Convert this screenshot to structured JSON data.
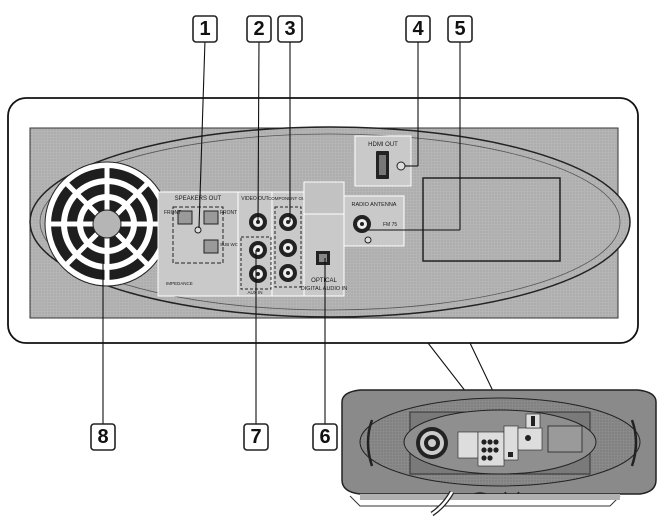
{
  "callouts": [
    {
      "number": "1"
    },
    {
      "number": "2"
    },
    {
      "number": "3"
    },
    {
      "number": "4"
    },
    {
      "number": "5"
    },
    {
      "number": "6"
    },
    {
      "number": "7"
    },
    {
      "number": "8"
    }
  ],
  "panel_labels": {
    "speakers_out": "SPEAKERS OUT",
    "front_left": "FRONT",
    "front_right": "FRONT",
    "sub_woofer": "SUB WOOFER",
    "impedance": "IMPEDANCE",
    "video_out": "VIDEO OUT",
    "component_out": "COMPONENT OUT",
    "audio_in": "AUX IN",
    "hdmi_out": "HDMI OUT",
    "radio_antenna": "RADIO ANTENNA",
    "fm": "FM 75",
    "optical_line1": "OPTICAL",
    "optical_line2": "DIGITAL AUDIO IN"
  },
  "colors": {
    "panel": "#b9b9b9",
    "panel_dark": "#6e6e6e",
    "ink": "#111111"
  },
  "icons": [
    "cooling-fan-icon",
    "rca-jack-icon",
    "hdmi-port-icon",
    "optical-port-icon",
    "antenna-jack-icon",
    "screw-icon"
  ]
}
